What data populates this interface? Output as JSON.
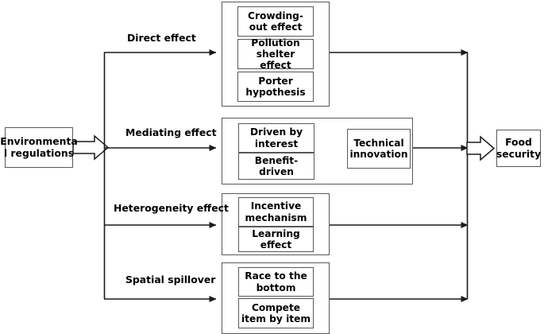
{
  "diagram": {
    "title": "Environmental regulations and food security mechanism framework",
    "colors": {
      "box_stroke": "#58585a",
      "line": "#1a1a1a",
      "background": "#ffffff",
      "text": "#000000"
    },
    "source": {
      "label": "Environmenta l regulations"
    },
    "sink": {
      "label": "Food security"
    },
    "branches": [
      {
        "edge_label": "Direct effect",
        "items": [
          {
            "label": "Crowding-out effect"
          },
          {
            "label": "Pollution shelter effect"
          },
          {
            "label": "Porter hypothesis"
          }
        ]
      },
      {
        "edge_label": "Mediating effect",
        "items": [
          {
            "label": "Driven by interest"
          },
          {
            "label": "Benefit-driven"
          }
        ],
        "mediator": {
          "label": "Technical innovation"
        }
      },
      {
        "edge_label": "Heterogeneity effect",
        "items": [
          {
            "label": "Incentive mechanism"
          },
          {
            "label": "Learning effect"
          }
        ]
      },
      {
        "edge_label": "Spatial spillover",
        "items": [
          {
            "label": "Race to the bottom"
          },
          {
            "label": "Compete item by item"
          }
        ]
      }
    ]
  }
}
